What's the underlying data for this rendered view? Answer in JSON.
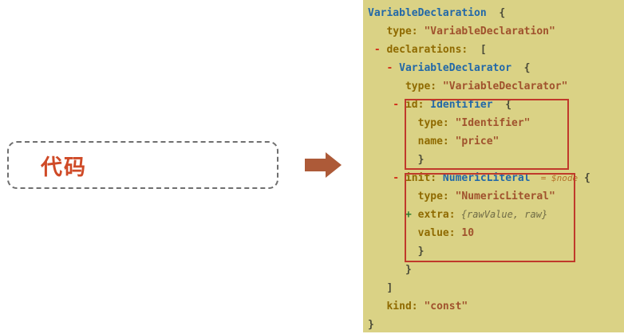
{
  "diagram": {
    "code_label": "代码"
  },
  "icons": {
    "arrow": "arrow-right-icon",
    "collapse": "minus-toggle-icon",
    "expand": "plus-toggle-icon"
  },
  "colors": {
    "panel_background": "#dad285",
    "highlight_border": "#c0392b",
    "arrow_fill": "#ad5a38",
    "code_label_color": "#cf4a27",
    "node_name_color": "#2268a8",
    "property_key_color": "#8f6a00",
    "string_value_color": "#a0522d",
    "toggle_minus_color": "#d2301a",
    "toggle_plus_color": "#2d7d2d"
  },
  "ast": {
    "lines": [
      {
        "s0": "VariableDeclaration",
        "s1": "  {"
      },
      {
        "s0": "   type:",
        "s1": " \"VariableDeclaration\""
      },
      {
        "s0": " -",
        "s1": " declarations:",
        "s2": "  ["
      },
      {
        "s0": "   -",
        "s1": " VariableDeclarator",
        "s2": "  {"
      },
      {
        "s0": "      type:",
        "s1": " \"VariableDeclarator\""
      },
      {
        "s0": "    -",
        "s1": " id:",
        "s2": " Identifier",
        "s3": "  {"
      },
      {
        "s0": "        type:",
        "s1": " \"Identifier\""
      },
      {
        "s0": "        name:",
        "s1": " \"price\""
      },
      {
        "s0": "        }"
      },
      {
        "s0": "    -",
        "s1": " init:",
        "s2": " NumericLiteral",
        "s3": "  = $node",
        "s4": " {"
      },
      {
        "s0": "        type:",
        "s1": " \"NumericLiteral\""
      },
      {
        "s0": "      +",
        "s1": " extra:",
        "s2": " {rawValue, raw}"
      },
      {
        "s0": "        value:",
        "s1": " 10"
      },
      {
        "s0": "        }"
      },
      {
        "s0": "      }"
      },
      {
        "s0": "   ]"
      },
      {
        "s0": "   kind:",
        "s1": " \"const\""
      },
      {
        "s0": "}"
      }
    ]
  }
}
